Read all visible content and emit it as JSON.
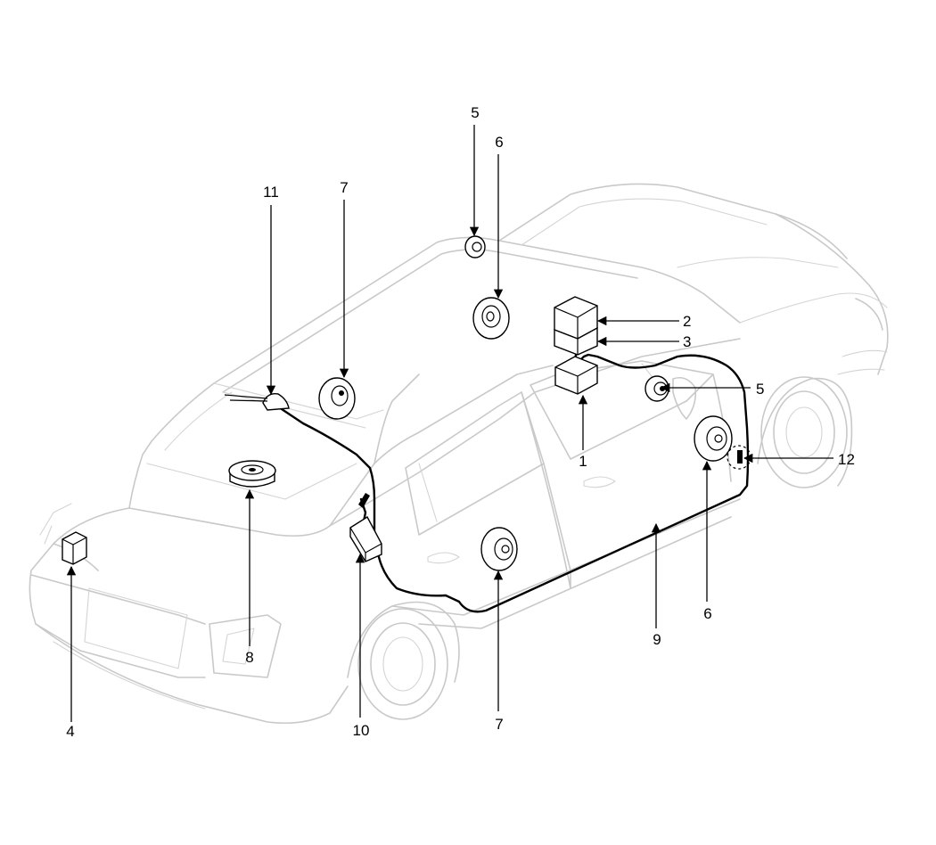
{
  "callouts": [
    {
      "id": "c1",
      "number": "1"
    },
    {
      "id": "c2",
      "number": "2"
    },
    {
      "id": "c3",
      "number": "3"
    },
    {
      "id": "c4",
      "number": "4"
    },
    {
      "id": "c5a",
      "number": "5"
    },
    {
      "id": "c5b",
      "number": "5"
    },
    {
      "id": "c6a",
      "number": "6"
    },
    {
      "id": "c6b",
      "number": "6"
    },
    {
      "id": "c7a",
      "number": "7"
    },
    {
      "id": "c7b",
      "number": "7"
    },
    {
      "id": "c8",
      "number": "8"
    },
    {
      "id": "c9",
      "number": "9"
    },
    {
      "id": "c10",
      "number": "10"
    },
    {
      "id": "c11",
      "number": "11"
    },
    {
      "id": "c12",
      "number": "12"
    }
  ]
}
